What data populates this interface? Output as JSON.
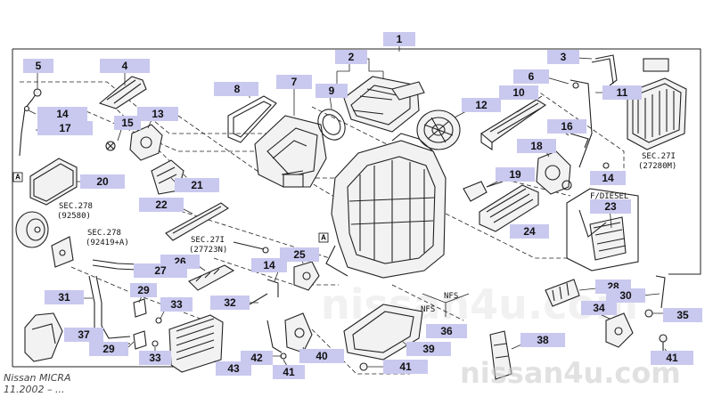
{
  "callouts": {
    "c1": "1",
    "c2": "2",
    "c3": "3",
    "c4": "4",
    "c5": "5",
    "c6": "6",
    "c7": "7",
    "c8": "8",
    "c9": "9",
    "c10": "10",
    "c11": "11",
    "c12": "12",
    "c13": "13",
    "c14a": "14",
    "c14b": "14",
    "c14c": "14",
    "c15": "15",
    "c16": "16",
    "c17": "17",
    "c18": "18",
    "c19": "19",
    "c20": "20",
    "c21": "21",
    "c22": "22",
    "c23": "23",
    "c24": "24",
    "c25": "25",
    "c26": "26",
    "c27": "27",
    "c28": "28",
    "c29a": "29",
    "c29b": "29",
    "c30": "30",
    "c31": "31",
    "c32": "32",
    "c33a": "33",
    "c33b": "33",
    "c34": "34",
    "c35": "35",
    "c36": "36",
    "c37": "37",
    "c38": "38",
    "c39": "39",
    "c40": "40",
    "c41a": "41",
    "c41b": "41",
    "c42": "42",
    "c43": "43"
  },
  "sections": {
    "sec271_top": "SEC.27I",
    "sec271_top_code": "(27280M)",
    "sec278_a": "SEC.278",
    "sec278_a_code": "(92580)",
    "sec278_b": "SEC.278",
    "sec278_b_code": "(92419+A)",
    "sec271_mid": "SEC.27I",
    "sec271_mid_code": "(27723N)"
  },
  "notes": {
    "diesel": "F/DIESEL",
    "nfs_left": "NFS",
    "nfs_right": "NFS",
    "marker_a": "A"
  },
  "caption": {
    "model": "Nissan MICRA",
    "date": "11.2002 – ..."
  },
  "watermark": {
    "brand": "nissan4u.com"
  },
  "colors": {
    "label_bg": "#c9c8ef",
    "line": "#222222"
  }
}
